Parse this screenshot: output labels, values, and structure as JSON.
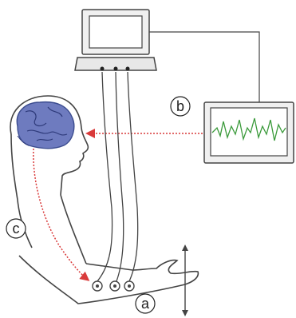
{
  "labels": {
    "a": "a",
    "b": "b",
    "c": "c"
  },
  "colors": {
    "line": "#444444",
    "device_fill": "#f0f0f0",
    "brain_fill": "#6e7bbf",
    "brain_stroke": "#3b4c8f",
    "signal_trace": "#3a9a3a",
    "feedback_arrow": "#d93a3a",
    "label_text": "#222222"
  },
  "icons": {
    "computer": "computer-monitor-icon",
    "amplifier": "amplifier-box-icon",
    "display": "signal-display-monitor-icon",
    "head": "human-head-profile-icon",
    "brain": "brain-icon",
    "arm": "arm-outline-icon",
    "electrodes": "electrode-icon",
    "movement": "vertical-double-arrow-icon"
  }
}
